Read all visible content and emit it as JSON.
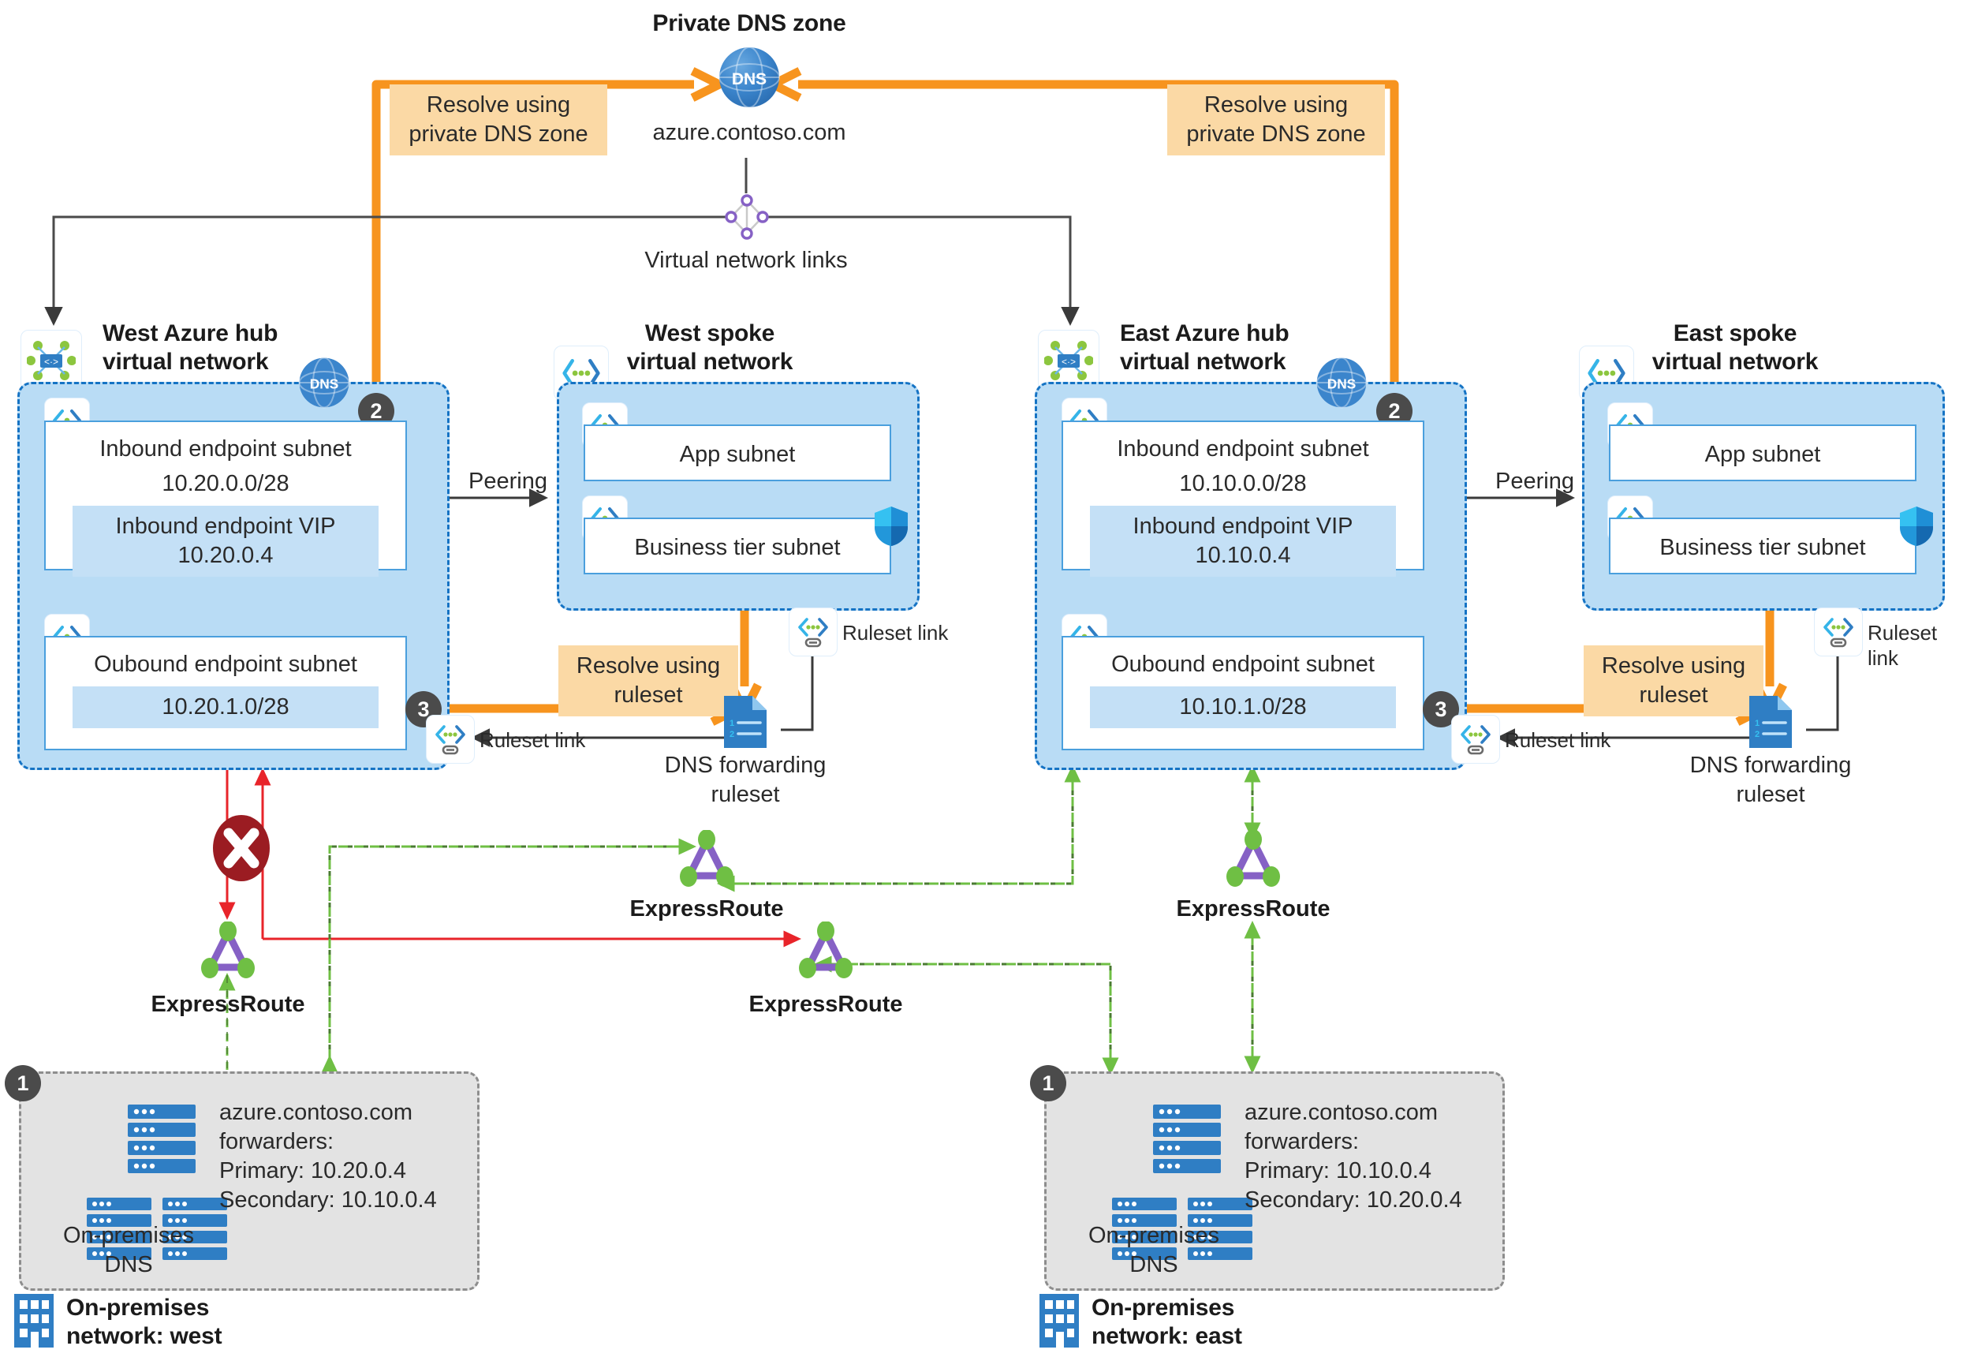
{
  "diagram": {
    "title": "Private DNS zone",
    "private_dns_zone": {
      "label": "Private DNS zone",
      "icon": "dns-globe-icon",
      "zone_name": "azure.contoso.com"
    },
    "virtual_network_links": {
      "label": "Virtual network links",
      "icon": "virtual-network-links-icon"
    },
    "callouts": {
      "resolve_private_dns_west": "Resolve using\nprivate DNS zone",
      "resolve_private_dns_west_l1": "Resolve using",
      "resolve_private_dns_west_l2": "private DNS zone",
      "resolve_private_dns_east_l1": "Resolve using",
      "resolve_private_dns_east_l2": "private DNS zone",
      "resolve_ruleset_west_l1": "Resolve using",
      "resolve_ruleset_west_l2": "ruleset",
      "resolve_ruleset_east_l1": "Resolve using",
      "resolve_ruleset_east_l2": "ruleset"
    },
    "steps": {
      "one": "1",
      "two": "2",
      "three": "3"
    },
    "peering_label_west": "Peering",
    "peering_label_east": "Peering",
    "hubs": [
      {
        "id": "west-hub",
        "title_line1": "West Azure hub",
        "title_line2": "virtual network",
        "dns_badge": "DNS",
        "inbound_subnet_label": "Inbound endpoint subnet",
        "inbound_subnet_cidr": "10.20.0.0/28",
        "inbound_vip_line1": "Inbound endpoint VIP",
        "inbound_vip_line2": "10.20.0.4",
        "outbound_subnet_label": "Oubound endpoint subnet",
        "outbound_subnet_cidr": "10.20.1.0/28",
        "ruleset_link_label": "Ruleset link"
      },
      {
        "id": "east-hub",
        "title_line1": "East Azure hub",
        "title_line2": "virtual network",
        "dns_badge": "DNS",
        "inbound_subnet_label": "Inbound endpoint subnet",
        "inbound_subnet_cidr": "10.10.0.0/28",
        "inbound_vip_line1": "Inbound endpoint VIP",
        "inbound_vip_line2": "10.10.0.4",
        "outbound_subnet_label": "Oubound endpoint subnet",
        "outbound_subnet_cidr": "10.10.1.0/28",
        "ruleset_link_label": "Ruleset link"
      }
    ],
    "spokes": [
      {
        "id": "west-spoke",
        "title_line1": "West spoke",
        "title_line2": "virtual network",
        "app_subnet": "App subnet",
        "business_subnet": "Business tier subnet",
        "ruleset_link_label": "Ruleset link"
      },
      {
        "id": "east-spoke",
        "title_line1": "East spoke",
        "title_line2": "virtual network",
        "app_subnet": "App subnet",
        "business_subnet": "Business tier subnet",
        "ruleset_link_label": "Ruleset link"
      }
    ],
    "rulesets": [
      {
        "id": "west-ruleset",
        "label_line1": "DNS forwarding",
        "label_line2": "ruleset"
      },
      {
        "id": "east-ruleset",
        "label_line1": "DNS forwarding",
        "label_line2": "ruleset"
      }
    ],
    "expressroutes": [
      {
        "id": "er-west-lower",
        "label": "ExpressRoute"
      },
      {
        "id": "er-mid-upper",
        "label": "ExpressRoute"
      },
      {
        "id": "er-mid-lower",
        "label": "ExpressRoute"
      },
      {
        "id": "er-east-upper",
        "label": "ExpressRoute"
      }
    ],
    "onprem": [
      {
        "id": "onprem-west",
        "step": "1",
        "dns_label_line1": "On-premises",
        "dns_label_line2": "DNS",
        "forwarders_domain": "azure.contoso.com",
        "forwarders_heading": "forwarders:",
        "primary": "Primary: 10.20.0.4",
        "secondary": "Secondary: 10.10.0.4",
        "network_label_line1": "On-premises",
        "network_label_line2": "network: west"
      },
      {
        "id": "onprem-east",
        "step": "1",
        "dns_label_line1": "On-premises",
        "dns_label_line2": "DNS",
        "forwarders_domain": "azure.contoso.com",
        "forwarders_heading": "forwarders:",
        "primary": "Primary: 10.10.0.4",
        "secondary": "Secondary: 10.20.0.4",
        "network_label_line1": "On-premises",
        "network_label_line2": "network: east"
      }
    ],
    "colors": {
      "orange": "#F7941E",
      "callout_bg": "#FBD9A5",
      "vnet_fill": "#B9DCF5",
      "vnet_border": "#1573C4",
      "subnet_fill": "#C4E0F6",
      "green": "#6FBF44",
      "red": "#E8242A",
      "dark_red": "#9B1C22",
      "purple": "#8661C5",
      "gray_panel": "#E3E3E3",
      "badge": "#4B4B4B",
      "azure_blue": "#0078D4"
    }
  }
}
